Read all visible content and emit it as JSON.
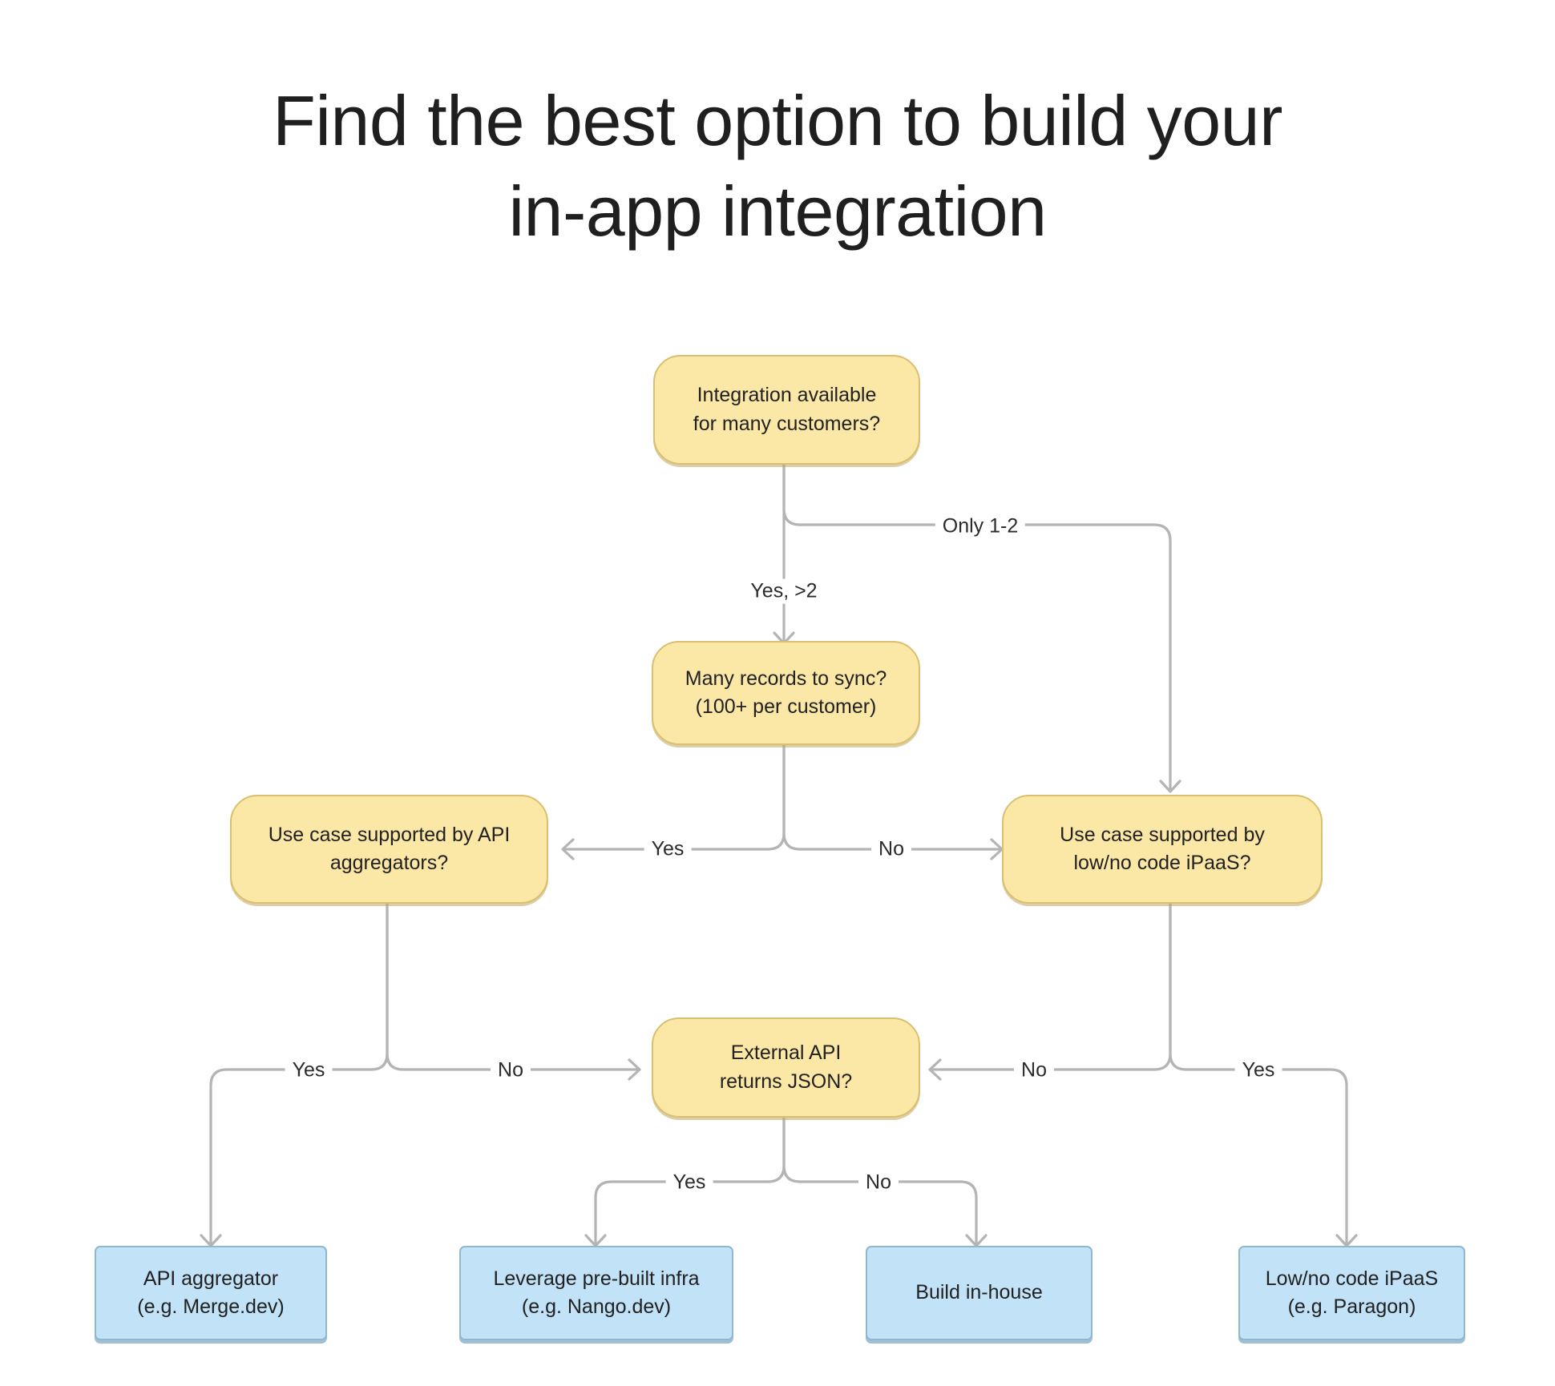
{
  "page": {
    "title": "Find the best option to build your\nin-app integration",
    "background_color": "#ffffff",
    "decision_fill": "#fce8a6",
    "decision_border": "#d9bf6e",
    "terminal_fill": "#c2e2f8",
    "terminal_border": "#8fb8cf",
    "edge_color": "#b4b4b4",
    "text_color": "#212121"
  },
  "chart_data": {
    "type": "diagram",
    "title": "Find the best option to build your in-app integration",
    "nodes": [
      {
        "id": "n1",
        "kind": "decision",
        "label": "Integration available\nfor many customers?"
      },
      {
        "id": "n2",
        "kind": "decision",
        "label": "Many records to sync?\n(100+ per customer)"
      },
      {
        "id": "n3",
        "kind": "decision",
        "label": "Use case supported by API\naggregators?"
      },
      {
        "id": "n4",
        "kind": "decision",
        "label": "Use case supported by\nlow/no code iPaaS?"
      },
      {
        "id": "n5",
        "kind": "decision",
        "label": "External API\nreturns JSON?"
      },
      {
        "id": "t1",
        "kind": "terminal",
        "label": "API aggregator\n(e.g. Merge.dev)"
      },
      {
        "id": "t2",
        "kind": "terminal",
        "label": "Leverage pre-built infra\n(e.g. Nango.dev)"
      },
      {
        "id": "t3",
        "kind": "terminal",
        "label": "Build in-house"
      },
      {
        "id": "t4",
        "kind": "terminal",
        "label": "Low/no code iPaaS\n(e.g. Paragon)"
      }
    ],
    "edges": [
      {
        "from": "n1",
        "to": "n2",
        "label": "Yes, >2"
      },
      {
        "from": "n1",
        "to": "n4",
        "label": "Only 1-2"
      },
      {
        "from": "n2",
        "to": "n3",
        "label": "Yes"
      },
      {
        "from": "n2",
        "to": "n4",
        "label": "No"
      },
      {
        "from": "n3",
        "to": "t1",
        "label": "Yes"
      },
      {
        "from": "n3",
        "to": "n5",
        "label": "No"
      },
      {
        "from": "n4",
        "to": "n5",
        "label": "No"
      },
      {
        "from": "n4",
        "to": "t4",
        "label": "Yes"
      },
      {
        "from": "n5",
        "to": "t2",
        "label": "Yes"
      },
      {
        "from": "n5",
        "to": "t3",
        "label": "No"
      }
    ]
  },
  "nodes": {
    "n1": {
      "label": "Integration available\nfor many customers?"
    },
    "n2": {
      "label": "Many records to sync?\n(100+ per customer)"
    },
    "n3": {
      "label": "Use case supported by API\naggregators?"
    },
    "n4": {
      "label": "Use case supported by\nlow/no code iPaaS?"
    },
    "n5": {
      "label": "External API\nreturns JSON?"
    },
    "t1": {
      "label": "API aggregator\n(e.g. Merge.dev)"
    },
    "t2": {
      "label": "Leverage pre-built infra\n(e.g. Nango.dev)"
    },
    "t3": {
      "label": "Build in-house"
    },
    "t4": {
      "label": "Low/no code iPaaS\n(e.g. Paragon)"
    }
  },
  "edge_labels": {
    "e_root_yes": "Yes, >2",
    "e_root_only": "Only 1-2",
    "e_sync_yes": "Yes",
    "e_sync_no": "No",
    "e_agg_yes": "Yes",
    "e_agg_no": "No",
    "e_ipaas_no": "No",
    "e_ipaas_yes": "Yes",
    "e_json_yes": "Yes",
    "e_json_no": "No"
  }
}
